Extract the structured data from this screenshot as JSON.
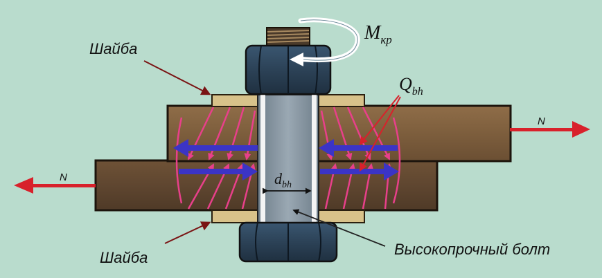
{
  "labels": {
    "washer_top": "Шайба",
    "washer_bottom": "Шайба",
    "bolt": "Высокопрочный болт",
    "force_right": "N",
    "force_left": "N",
    "torque_main": "M",
    "torque_sub": "кр",
    "friction_main": "Q",
    "friction_sub": "bh",
    "diameter_main": "d",
    "diameter_sub": "bh"
  },
  "colors": {
    "background": "#b9dccd",
    "plate": "#7a5c3c",
    "washer": "#d8c28a",
    "bolt": "#2f4659",
    "shank": "#8b9aa6",
    "friction_arrow": "#e8408a",
    "shear_arrow": "#3b34c6",
    "force_arrow": "#d8212b"
  }
}
